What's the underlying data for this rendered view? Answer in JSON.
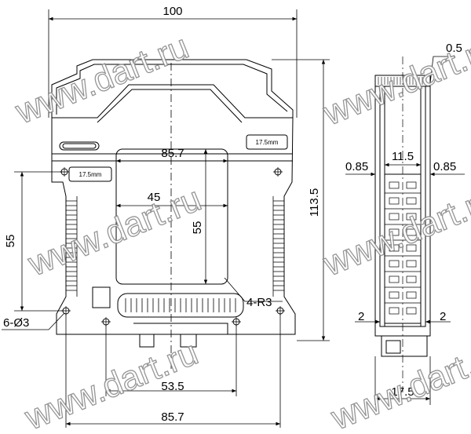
{
  "dimensions": {
    "overall_width": "100",
    "inner_width_top": "85.7",
    "inner_width_bottom": "85.7",
    "hole_spacing_h": "45",
    "hole_spacing_v": "55",
    "window_height": "55",
    "total_height": "113.5",
    "mount_spacing": "53.5",
    "corner_radius": "4-R3",
    "holes": "6-Ø3",
    "side_offset_top": "0.5",
    "side_wall_left": "0.85",
    "side_wall_right": "0.85",
    "side_inner_width": "11.5",
    "side_gap_left": "2",
    "side_gap_right": "2",
    "side_width": "17.5"
  },
  "labels": {
    "tag_top": "17.5mm",
    "tag_left": "17.5mm"
  },
  "watermark": "www.dart.ru"
}
